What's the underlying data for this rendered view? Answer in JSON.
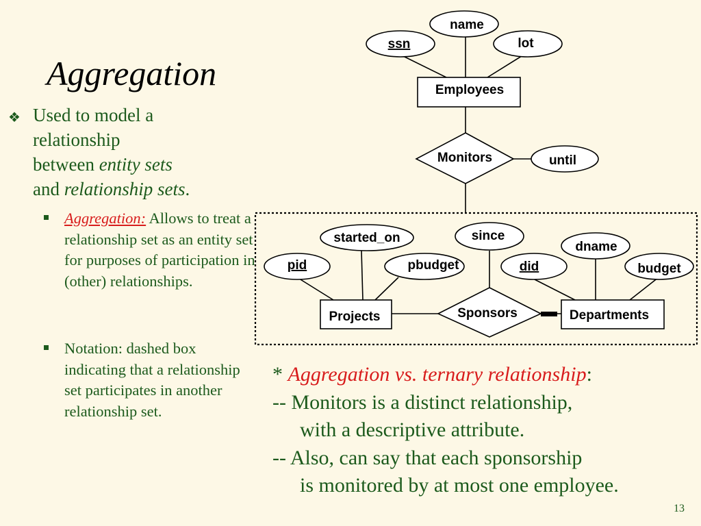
{
  "slide": {
    "title": "Aggregation",
    "page_number": "13",
    "bullet1": {
      "icon": "diamond-bullet-icon",
      "line1": "Used to model a",
      "line2": "relationship",
      "line3_plain": "between ",
      "line3_italic": "entity sets",
      "line4_plain": "and ",
      "line4_italic": "relationship sets",
      "line4_end": "."
    },
    "sub1": {
      "label": "Aggregation:",
      "text": " Allows to treat a relationship set as an entity set for purposes of participation in (other) relationships."
    },
    "sub2": {
      "text": "Notation: dashed box indicating that a relationship set participates in another relationship set."
    },
    "notes": {
      "star": "* ",
      "heading": "Aggregation vs. ternary relationship",
      "colon": ":",
      "line2": "-- Monitors is a distinct relationship,",
      "line3": "with a descriptive attribute.",
      "line4": "-- Also, can say that each sponsorship",
      "line5": "is monitored by at most one employee."
    }
  },
  "diagram": {
    "entities": {
      "employees": "Employees",
      "projects": "Projects",
      "departments": "Departments"
    },
    "relationships": {
      "monitors": "Monitors",
      "sponsors": "Sponsors"
    },
    "attributes": {
      "name": "name",
      "ssn": "ssn",
      "lot": "lot",
      "until": "until",
      "started_on": "started_on",
      "since": "since",
      "dname": "dname",
      "pid": "pid",
      "pbudget": "pbudget",
      "did": "did",
      "budget": "budget"
    },
    "key_attributes": [
      "ssn",
      "pid",
      "did"
    ]
  }
}
